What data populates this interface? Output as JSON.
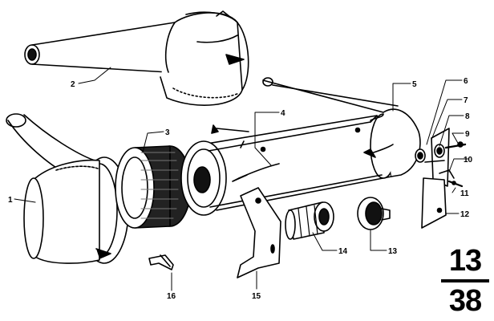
{
  "part_labels": [
    {
      "id": "1",
      "text": "1"
    },
    {
      "id": "2",
      "text": "2"
    },
    {
      "id": "3",
      "text": "3"
    },
    {
      "id": "4",
      "text": "4"
    },
    {
      "id": "5",
      "text": "5"
    },
    {
      "id": "6",
      "text": "6"
    },
    {
      "id": "7",
      "text": "7"
    },
    {
      "id": "8",
      "text": "8"
    },
    {
      "id": "9",
      "text": "9"
    },
    {
      "id": "10",
      "text": "10"
    },
    {
      "id": "11",
      "text": "11"
    },
    {
      "id": "12",
      "text": "12"
    },
    {
      "id": "13",
      "text": "13"
    },
    {
      "id": "14",
      "text": "14"
    },
    {
      "id": "15",
      "text": "15"
    },
    {
      "id": "16",
      "text": "16"
    }
  ],
  "reference": {
    "top": "13",
    "bottom": "38"
  },
  "colors": {
    "ink": "#000000",
    "paper": "#ffffff",
    "shade": "#1a1a1a"
  }
}
